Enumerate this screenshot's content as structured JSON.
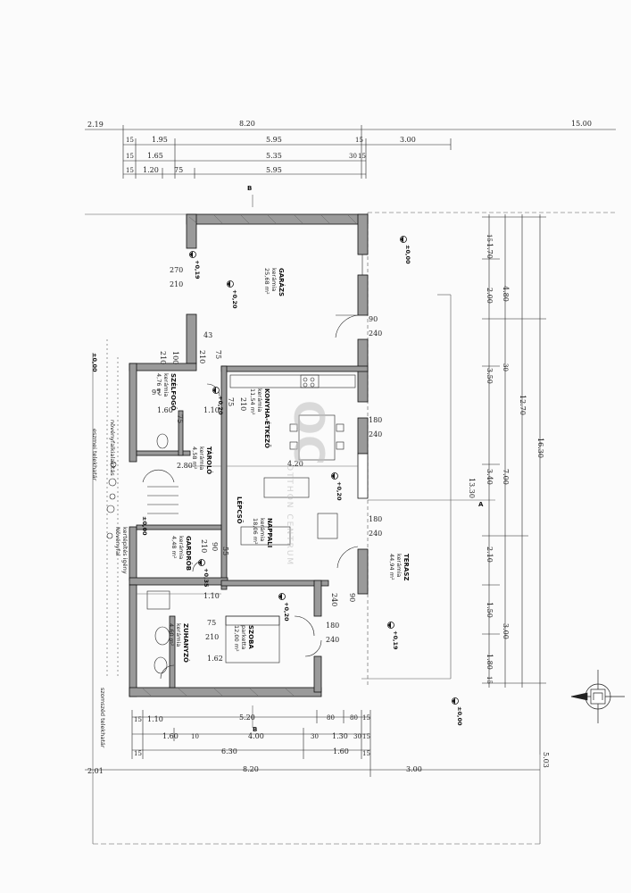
{
  "top_dims": {
    "row1": [
      "2.19",
      "8.20",
      "15.00"
    ],
    "row2": [
      "15",
      "1.95",
      "5.95",
      "15",
      "3.00"
    ],
    "row3": [
      "15",
      "1.65",
      "5.35",
      "30",
      "15"
    ],
    "row4": [
      "15",
      "1.20",
      "75",
      "5.95"
    ]
  },
  "bottom_dims": {
    "row1": [
      "15",
      "1.10",
      "5.20",
      "80",
      "80",
      "15"
    ],
    "row2": [
      "1.60",
      "10",
      "4.00",
      "30",
      "1.30",
      "30",
      "15"
    ],
    "row3": [
      "15",
      "6.30",
      "1.60",
      "15"
    ],
    "row4": [
      "2.01",
      "8.20",
      "3.00"
    ],
    "side": "5.03"
  },
  "right_dims": {
    "inner": [
      "15",
      "1.70",
      "2.00",
      "30",
      "3.50",
      "3.40",
      "2.10",
      "1.50",
      "1.80",
      "15"
    ],
    "middle": [
      "4.80",
      "7.00",
      "3.00"
    ],
    "outer": [
      "12.70",
      "13.30",
      "16.30"
    ]
  },
  "rooms": [
    {
      "name": "GARÁZS",
      "finish": "kerámia",
      "area": "25,68 m²"
    },
    {
      "name": "KONYHA-ÉTKEZŐ",
      "finish": "kerámia",
      "area": "11,54 m²"
    },
    {
      "name": "NAPPALI",
      "finish": "kerámia",
      "area": "18,06 m²"
    },
    {
      "name": "SZOBA",
      "finish": "parketta",
      "area": "12,00 m²"
    },
    {
      "name": "TÁROLÓ",
      "finish": "kerámia",
      "area": "4,58 m²"
    },
    {
      "name": "SZÉLFOGÓ",
      "finish": "kerámia",
      "area": "4,76 m²"
    },
    {
      "name": "GARDRÓB",
      "finish": "kerámia",
      "area": "4,48 m²"
    },
    {
      "name": "ZUHANYZÓ",
      "finish": "kerámia",
      "area": "4,60 m²"
    },
    {
      "name": "TERASZ",
      "finish": "kerámia",
      "area": "44,94 m²"
    },
    {
      "name": "LÉPCSŐ",
      "finish": "",
      "area": ""
    }
  ],
  "levels": [
    "±0,00",
    "±0,00",
    "±0,00",
    "+0,19",
    "+0,20",
    "+0,20",
    "+0,20",
    "+0,20",
    "+0,19",
    "±0,00",
    "+0,35"
  ],
  "openings": [
    "270",
    "210",
    "90",
    "240",
    "180",
    "240",
    "180",
    "240",
    "180",
    "240",
    "240",
    "90",
    "210",
    "100",
    "210",
    "75",
    "43",
    "75",
    "210",
    "97",
    "1.60",
    "75",
    "1.10",
    "75",
    "210",
    "1.62",
    "2.80",
    "4.20",
    "1.10",
    "90",
    "55",
    "210"
  ],
  "section_labels": [
    "B",
    "B",
    "A"
  ],
  "side_text": {
    "boundary": "szomszéd telekhatár",
    "left1": "növényfalkialakítás",
    "left2": "Növényfal",
    "left3": "kertépítés igény",
    "bottom": "eszmei telekhatár"
  },
  "watermark": {
    "logo": "OC",
    "text": "OTTHON CENTRUM"
  }
}
